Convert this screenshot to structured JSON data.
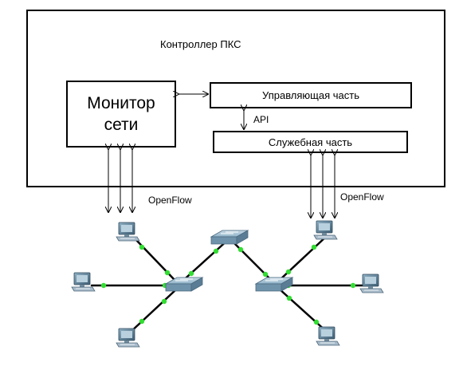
{
  "controller": {
    "title": "Контроллер ПКС"
  },
  "monitor": {
    "line1": "Монитор",
    "line2": "сети"
  },
  "control_part": {
    "label": "Управляющая часть"
  },
  "service_part": {
    "label": "Служебная часть"
  },
  "api": {
    "label": "API"
  },
  "openflow_left": {
    "label": "OpenFlow"
  },
  "openflow_right": {
    "label": "OpenFlow"
  },
  "colors": {
    "link": "#000000",
    "port": "#33dd33",
    "switch": "#8fb3c8",
    "pc": "#5a7d95"
  },
  "icons": {
    "switch": "switch-icon",
    "pc": "pc-icon"
  }
}
